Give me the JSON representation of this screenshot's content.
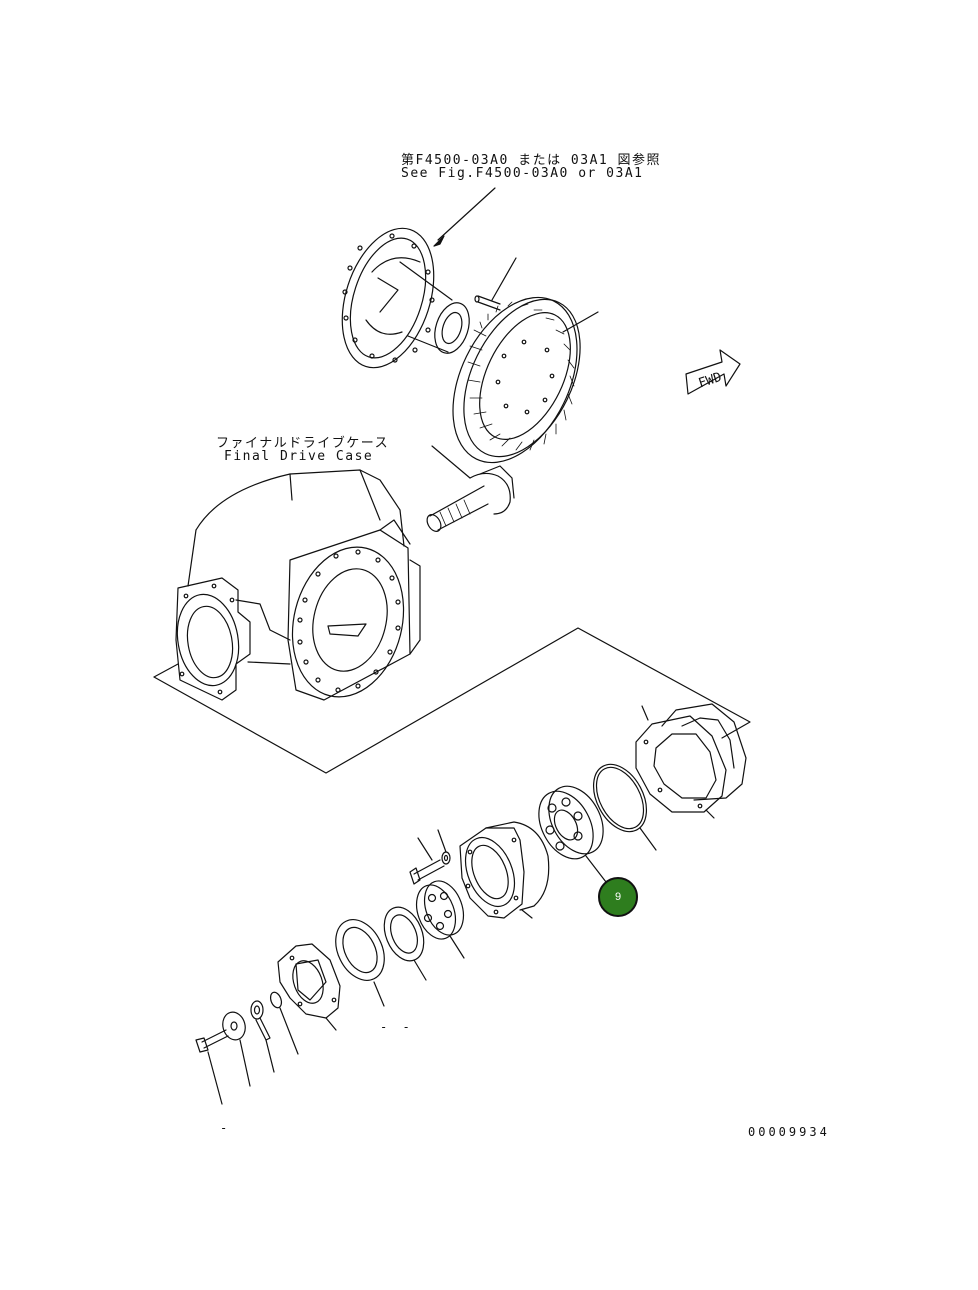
{
  "reference": {
    "jp": "第F4500-03A0 または 03A1 図参照",
    "en": "See Fig.F4500-03A0 or 03A1"
  },
  "case_label": {
    "jp": "ファイナルドライブケース",
    "en": "Final Drive Case"
  },
  "fwd_label": "FWD",
  "callout": {
    "number": "9",
    "color": "#2e7d1e"
  },
  "figure_number": "00009934",
  "stray_marks": {
    "dash": "-",
    "ticks": "- -"
  }
}
